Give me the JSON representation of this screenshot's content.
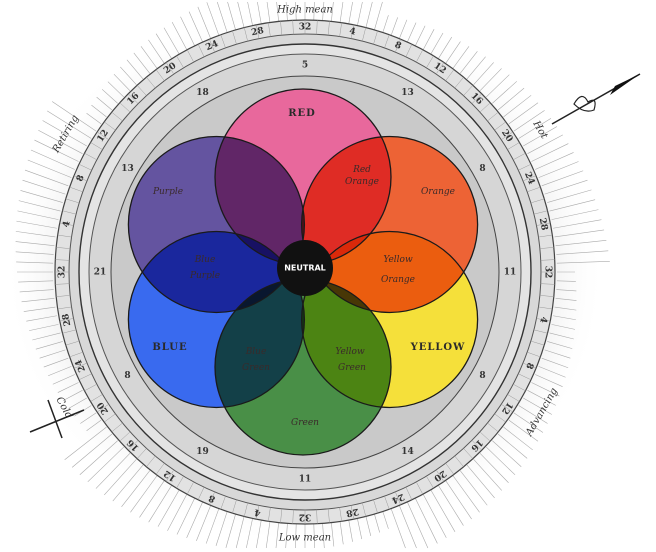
{
  "directions": {
    "top": "High mean",
    "bottom": "Low mean",
    "upper_left": "Retiring",
    "upper_right": "Hot",
    "lower_left": "Cold",
    "lower_right": "Advancing"
  },
  "outer_scale": [
    "32",
    "4",
    "8",
    "12",
    "16",
    "20",
    "24",
    "28",
    "32",
    "4",
    "8",
    "12",
    "16",
    "20",
    "24",
    "28",
    "32",
    "4",
    "8",
    "12",
    "16",
    "20",
    "24",
    "28",
    "32",
    "4",
    "8",
    "12",
    "16",
    "20",
    "24",
    "28"
  ],
  "inner_scale": [
    "5",
    "13",
    "8",
    "11",
    "8",
    "14",
    "11",
    "19",
    "8",
    "21",
    "13",
    "18"
  ],
  "center_label": "NEUTRAL",
  "primaries": [
    {
      "label": "RED",
      "color": "#ea5f98"
    },
    {
      "label": "Orange",
      "color": "#f05a28"
    },
    {
      "label": "YELLOW",
      "color": "#f9e22e"
    },
    {
      "label": "Green",
      "color": "#3e8a3c"
    },
    {
      "label": "BLUE",
      "color": "#2c62f2"
    },
    {
      "label": "Purple",
      "color": "#5b4a9c"
    }
  ],
  "mixtures": [
    {
      "line1": "Red",
      "line2": "Orange"
    },
    {
      "line1": "Yellow",
      "line2": "Orange"
    },
    {
      "line1": "Yellow",
      "line2": "Green"
    },
    {
      "line1": "Blue",
      "line2": "Green"
    },
    {
      "line1": "Blue",
      "line2": "Purple"
    }
  ]
}
